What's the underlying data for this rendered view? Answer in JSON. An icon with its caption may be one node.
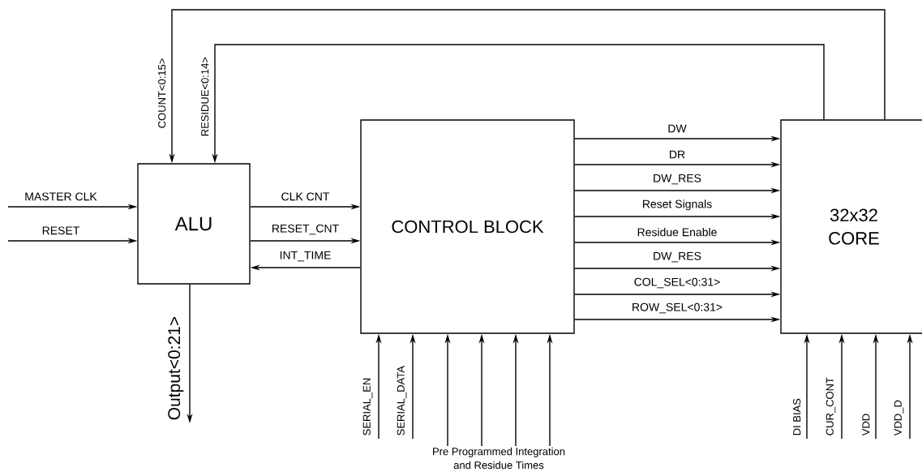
{
  "diagram": {
    "nodes": [
      {
        "text": [
          "ALU"
        ]
      },
      {
        "text": [
          "CONTROL BLOCK"
        ]
      },
      {
        "text": [
          "32x32 CORE"
        ]
      },
      {
        "text": [
          "Pre Programmed Integration and Residue Times"
        ]
      }
    ],
    "edges": [
      {
        "from": null,
        "to": 0,
        "arrow": "to",
        "label": "MASTER CLK"
      },
      {
        "from": null,
        "to": 0,
        "arrow": "to",
        "label": "RESET"
      },
      {
        "from": 0,
        "to": 1,
        "arrow": "to",
        "label": "CLK CNT"
      },
      {
        "from": 0,
        "to": 1,
        "arrow": "to",
        "label": "RESET_CNT"
      },
      {
        "from": 1,
        "to": 0,
        "arrow": "to",
        "label": "INT_TIME"
      },
      {
        "from": 2,
        "to": 0,
        "arrow": "to",
        "label": "COUNT<0:15>"
      },
      {
        "from": 2,
        "to": 0,
        "arrow": "to",
        "label": "RESIDUE<0:14>"
      },
      {
        "from": 0,
        "to": null,
        "arrow": "to",
        "label": "Output<0:21>"
      },
      {
        "from": 1,
        "to": 2,
        "arrow": "to",
        "label": "DW"
      },
      {
        "from": 1,
        "to": 2,
        "arrow": "to",
        "label": "DR"
      },
      {
        "from": 1,
        "to": 2,
        "arrow": "to",
        "label": "DW_RES"
      },
      {
        "from": 1,
        "to": 2,
        "arrow": "to",
        "label": "Reset Signals"
      },
      {
        "from": 1,
        "to": 2,
        "arrow": "to",
        "label": "Residue Enable"
      },
      {
        "from": 1,
        "to": 2,
        "arrow": "to",
        "label": "DW_RES"
      },
      {
        "from": 1,
        "to": 2,
        "arrow": "to",
        "label": "COL_SEL<0:31>"
      },
      {
        "from": 1,
        "to": 2,
        "arrow": "to",
        "label": "ROW_SEL<0:31>"
      },
      {
        "from": null,
        "to": 1,
        "arrow": "to",
        "label": "SERIAL_EN"
      },
      {
        "from": null,
        "to": 1,
        "arrow": "to",
        "label": "SERIAL_DATA"
      },
      {
        "from": 3,
        "to": 1,
        "arrow": "to"
      },
      {
        "from": 3,
        "to": 1,
        "arrow": "to"
      },
      {
        "from": 3,
        "to": 1,
        "arrow": "to"
      },
      {
        "from": 3,
        "to": 1,
        "arrow": "to"
      },
      {
        "from": null,
        "to": 2,
        "arrow": "to",
        "label": "DI BIAS"
      },
      {
        "from": null,
        "to": 2,
        "arrow": "to",
        "label": "CUR_CONT"
      },
      {
        "from": null,
        "to": 2,
        "arrow": "to",
        "label": "VDD"
      },
      {
        "from": null,
        "to": 2,
        "arrow": "to",
        "label": "VDD_D"
      }
    ]
  }
}
